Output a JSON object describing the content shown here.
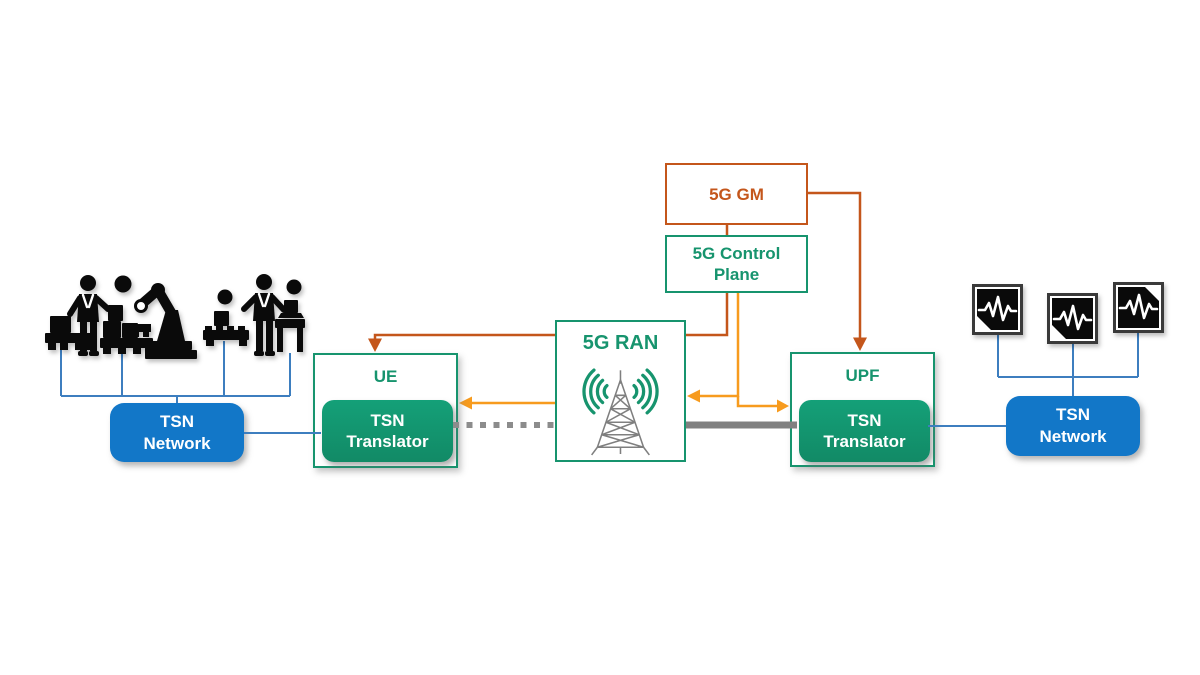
{
  "diagram": {
    "nodes": {
      "gm": {
        "label": "5G GM"
      },
      "control_plane": {
        "label": "5G Control Plane"
      },
      "ran": {
        "label": "5G RAN",
        "icon": "antenna-tower-with-radio-waves-icon"
      },
      "ue": {
        "label": "UE"
      },
      "ue_translator": {
        "label": "TSN Translator"
      },
      "upf": {
        "label": "UPF"
      },
      "upf_translator": {
        "label": "TSN Translator"
      },
      "tsn_network_left": {
        "label": "TSN Network"
      },
      "tsn_network_right": {
        "label": "TSN Network"
      }
    },
    "peripherals": {
      "left": {
        "icon": "factory-automation-icon",
        "elements": [
          "worker",
          "conveyor-with-boxes",
          "robot-arm",
          "worker",
          "laptop-desk"
        ]
      },
      "right": {
        "icon": "vibration-sensor-icon",
        "count": 3
      }
    },
    "links": [
      {
        "from": "5G GM",
        "to": "5G Control Plane",
        "style": "solid",
        "color_key": "dark_orange"
      },
      {
        "from": "5G GM",
        "to": "UPF",
        "style": "arrow",
        "color_key": "dark_orange"
      },
      {
        "from": "5G Control Plane",
        "to": "UE",
        "style": "arrow",
        "color_key": "dark_orange"
      },
      {
        "from": "5G Control Plane",
        "to": "5G RAN",
        "style": "arrow",
        "color_key": "orange"
      },
      {
        "from": "5G Control Plane",
        "to": "UPF",
        "style": "arrow",
        "color_key": "orange"
      },
      {
        "from": "5G RAN",
        "to": "UE",
        "style": "arrow",
        "color_key": "orange"
      },
      {
        "from": "UE TSN Translator",
        "to": "5G RAN",
        "style": "dotted",
        "color_key": "gray_dot"
      },
      {
        "from": "5G RAN",
        "to": "UPF TSN Translator",
        "style": "thick",
        "color_key": "gray_thick"
      },
      {
        "from": "TSN Network left",
        "to": "UE TSN Translator",
        "style": "solid",
        "color_key": "blue_line"
      },
      {
        "from": "UPF TSN Translator",
        "to": "TSN Network right",
        "style": "solid",
        "color_key": "blue_line"
      },
      {
        "from": "factory devices",
        "to": "TSN Network left",
        "style": "bus",
        "color_key": "blue_line"
      },
      {
        "from": "sensors",
        "to": "TSN Network right",
        "style": "bus",
        "color_key": "blue_line"
      }
    ],
    "colors": {
      "green": "#17946E",
      "dark_orange": "#C4561B",
      "orange": "#F79B1E",
      "blue_box": "#1277C8",
      "blue_line": "#3D7EBF",
      "gray_thick": "#808080",
      "gray_dot": "#8C8C8C",
      "tower_gray": "#7F7F7F",
      "icon_black": "#0A0A0A",
      "sensor_border": "#3A3A3A",
      "background": "#FFFFFF"
    }
  }
}
